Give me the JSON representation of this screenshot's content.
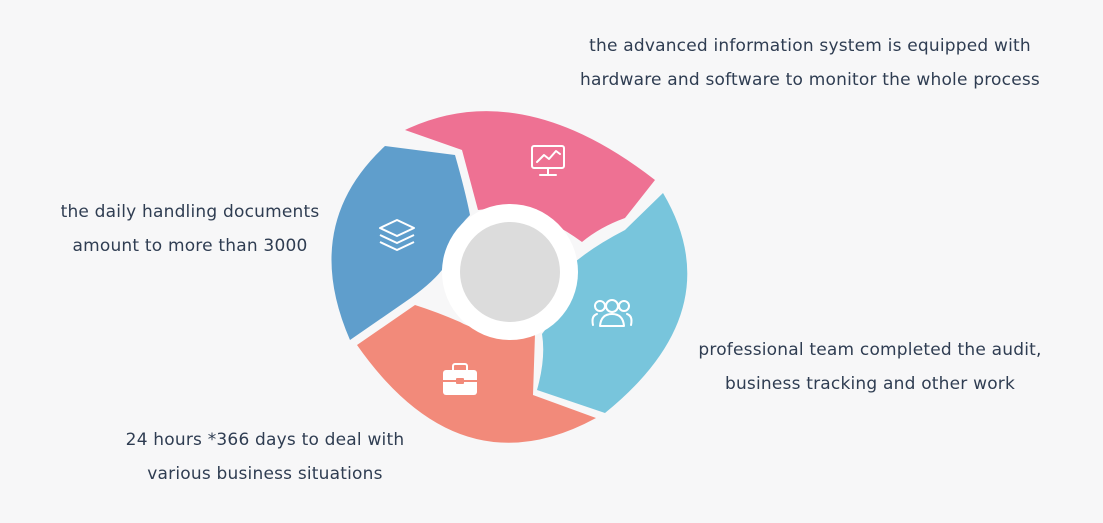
{
  "diagram": {
    "colors": {
      "top": "#ee7193",
      "right": "#78c5dc",
      "bottom": "#f28a7a",
      "left": "#5f9ecc",
      "hub": "#dcdcdc",
      "ring": "#ffffff",
      "text": "#2f3d52"
    },
    "segments": [
      {
        "id": "top",
        "icon": "monitor-chart-icon",
        "lines": [
          "the advanced information system is equipped with",
          "hardware and software to monitor the whole process"
        ]
      },
      {
        "id": "right",
        "icon": "team-icon",
        "lines": [
          "professional team completed the audit,",
          "business tracking and other work"
        ]
      },
      {
        "id": "bottom",
        "icon": "briefcase-icon",
        "lines": [
          "24 hours *366 days to deal with",
          "various business situations"
        ]
      },
      {
        "id": "left",
        "icon": "layers-icon",
        "lines": [
          "the daily handling documents",
          "amount to more than 3000"
        ]
      }
    ]
  }
}
